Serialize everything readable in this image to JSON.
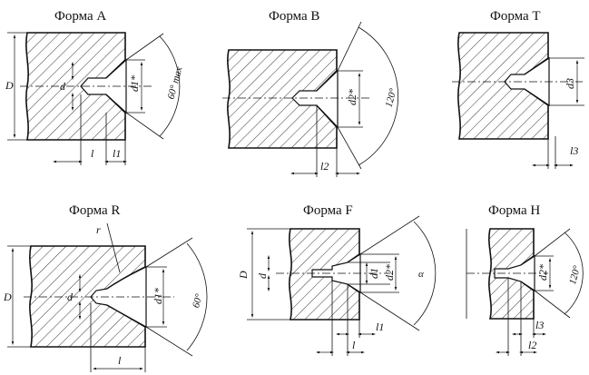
{
  "forms": {
    "A": {
      "title": "Форма A",
      "labels": {
        "D": "D",
        "d": "d",
        "d1": "d1*",
        "angle": "60° max",
        "l": "l",
        "l1": "l1"
      }
    },
    "B": {
      "title": "Форма B",
      "labels": {
        "d2": "d2*",
        "angle": "120°",
        "l2": "l2"
      }
    },
    "T": {
      "title": "Форма T",
      "labels": {
        "d3": "d3",
        "l3": "l3"
      }
    },
    "R": {
      "title": "Форма R",
      "labels": {
        "r": "r",
        "D": "D",
        "d": "d",
        "d1": "d1*",
        "angle": "60°",
        "l": "l"
      }
    },
    "F": {
      "title": "Форма F",
      "labels": {
        "D": "D",
        "d": "d",
        "d1": "d1",
        "d2": "d2*",
        "angle": "α",
        "l1": "l1",
        "l": "l"
      }
    },
    "H": {
      "title": "Форма H",
      "labels": {
        "d2": "d2*",
        "angle": "120°",
        "l3": "l3",
        "l2": "l2"
      }
    }
  }
}
